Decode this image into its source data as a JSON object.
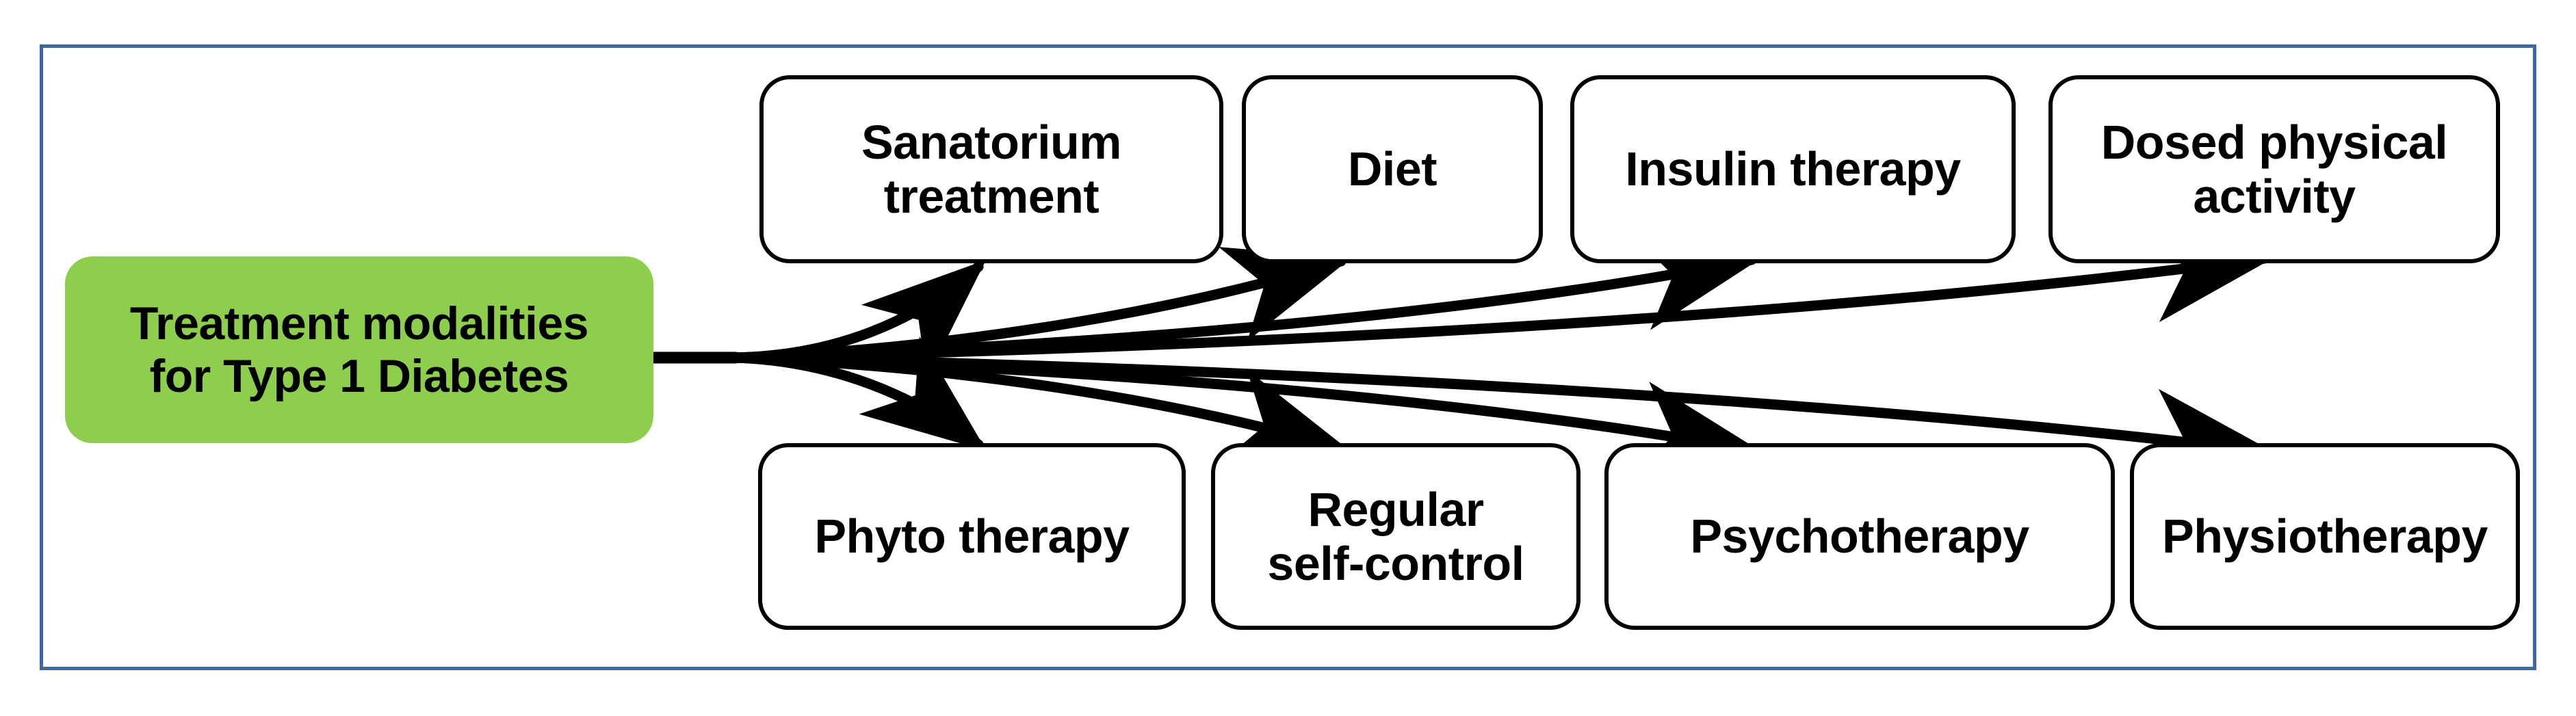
{
  "diagram": {
    "type": "radial-mindmap",
    "frame_color": "#41689c",
    "root": {
      "id": "root",
      "label": "Treatment modalities\nfor Type 1 Diabetes",
      "fill_color": "#8ECE4D",
      "text_color": "#000000"
    },
    "branch_color": "#000000",
    "nodes_top": [
      {
        "id": "sanatorium-treatment",
        "label": "Sanatorium\ntreatment"
      },
      {
        "id": "diet",
        "label": "Diet"
      },
      {
        "id": "insulin-therapy",
        "label": "Insulin therapy"
      },
      {
        "id": "dosed-physical-activity",
        "label": "Dosed physical\nactivity"
      }
    ],
    "nodes_bottom": [
      {
        "id": "phyto-therapy",
        "label": "Phyto therapy"
      },
      {
        "id": "regular-self-control",
        "label": "Regular\nself-control"
      },
      {
        "id": "psychotherapy",
        "label": "Psychotherapy"
      },
      {
        "id": "physiotherapy",
        "label": "Physiotherapy"
      }
    ],
    "edges": [
      {
        "from": "root",
        "to": "sanatorium-treatment"
      },
      {
        "from": "root",
        "to": "diet"
      },
      {
        "from": "root",
        "to": "insulin-therapy"
      },
      {
        "from": "root",
        "to": "dosed-physical-activity"
      },
      {
        "from": "root",
        "to": "phyto-therapy"
      },
      {
        "from": "root",
        "to": "regular-self-control"
      },
      {
        "from": "root",
        "to": "psychotherapy"
      },
      {
        "from": "root",
        "to": "physiotherapy"
      }
    ]
  }
}
